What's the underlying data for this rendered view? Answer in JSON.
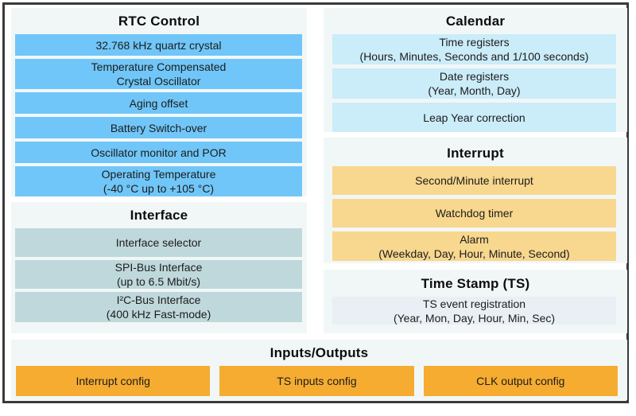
{
  "colors": {
    "panel_bg": "#F1F7F7",
    "rtc_blue": "#70C6F8",
    "interface_gray": "#BFD8DB",
    "calendar_blue": "#CBECF9",
    "interrupt_orange": "#F8D78E",
    "timestamp_gray": "#E9EFF5",
    "io_orange": "#F6AC31",
    "border_dark": "#3A3A3A",
    "text": "#1C1C1C"
  },
  "sections": {
    "rtc_control": {
      "title": "RTC Control",
      "items": [
        "32.768 kHz quartz crystal",
        "Temperature Compensated\nCrystal Oscillator",
        "Aging offset",
        "Battery Switch-over",
        "Oscillator monitor and POR",
        "Operating Temperature\n(-40 °C up to +105 °C)"
      ]
    },
    "interface": {
      "title": "Interface",
      "items": [
        "Interface selector",
        "SPI-Bus Interface\n(up to 6.5 Mbit/s)",
        "I²C-Bus Interface\n(400 kHz Fast-mode)"
      ]
    },
    "calendar": {
      "title": "Calendar",
      "items": [
        "Time registers\n(Hours, Minutes, Seconds and 1/100 seconds)",
        "Date registers\n(Year, Month, Day)",
        "Leap Year correction"
      ]
    },
    "interrupt": {
      "title": "Interrupt",
      "items": [
        "Second/Minute interrupt",
        "Watchdog timer",
        "Alarm\n(Weekday, Day, Hour, Minute, Second)"
      ]
    },
    "timestamp": {
      "title": "Time Stamp (TS)",
      "items": [
        "TS event registration\n(Year, Mon, Day, Hour, Min, Sec)"
      ]
    },
    "inputs_outputs": {
      "title": "Inputs/Outputs",
      "items": [
        "Interrupt config",
        "TS inputs config",
        "CLK output config"
      ]
    }
  }
}
